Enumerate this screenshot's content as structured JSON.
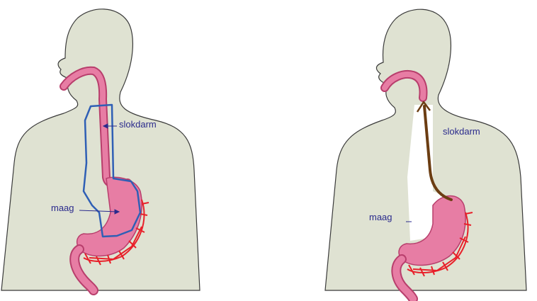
{
  "colors": {
    "skin": "#dfe2d2",
    "outline": "#3a3a3a",
    "organ": "#e77da4",
    "organ_dark": "#b83e6c",
    "vessel": "#e8202a",
    "highlight": "#2f5fb5",
    "reflux_arrow": "#6b3d12",
    "label": "#2a2a8c"
  },
  "left_panel": {
    "esophagus_label": "slokdarm",
    "stomach_label": "maag",
    "highlight": "esophagus-and-stomach-outline"
  },
  "right_panel": {
    "esophagus_label": "slokdarm",
    "stomach_label": "maag",
    "arrow_direction": "up"
  },
  "icons": [
    "torso-figure",
    "esophagus-tube",
    "stomach-organ",
    "blood-vessels",
    "reflux-arrow"
  ]
}
